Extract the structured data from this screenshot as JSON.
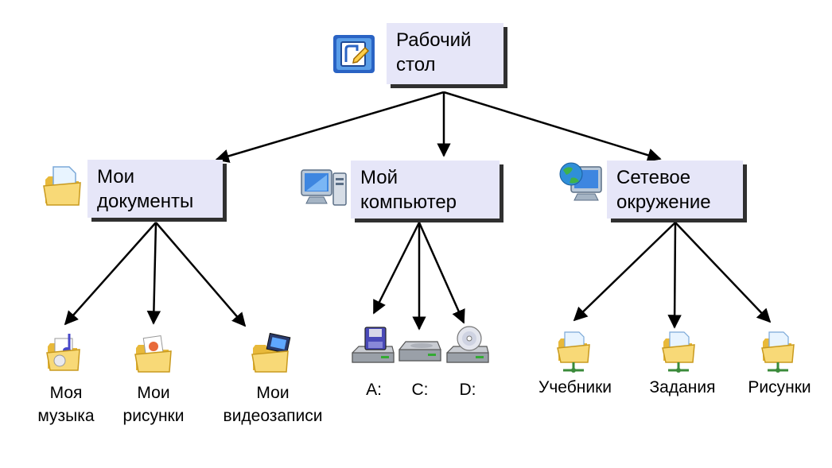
{
  "root": {
    "label": "Рабочий\nстол",
    "icon": "desktop-shortcut-icon"
  },
  "categories": [
    {
      "label": "Мои\nдокументы",
      "icon": "my-documents-folder-icon"
    },
    {
      "label": "Мой\nкомпьютер",
      "icon": "my-computer-icon"
    },
    {
      "label": "Сетевое\nокружение",
      "icon": "network-neighborhood-icon"
    }
  ],
  "leaves": [
    {
      "label": "Моя\nмузыка",
      "icon": "music-folder-icon"
    },
    {
      "label": "Мои\nрисунки",
      "icon": "pictures-folder-icon"
    },
    {
      "label": "Мои\nвидеозаписи",
      "icon": "videos-folder-icon"
    },
    {
      "label": "A:",
      "icon": "floppy-drive-icon"
    },
    {
      "label": "C:",
      "icon": "hard-drive-icon"
    },
    {
      "label": "D:",
      "icon": "cd-drive-icon"
    },
    {
      "label": "Учебники",
      "icon": "network-folder-icon"
    },
    {
      "label": "Задания",
      "icon": "network-folder-icon"
    },
    {
      "label": "Рисунки",
      "icon": "network-folder-icon"
    }
  ],
  "colors": {
    "box_fill": "#e6e6f8",
    "box_shadow": "#303030",
    "arrow": "#000000",
    "folder": "#f5d46a"
  }
}
